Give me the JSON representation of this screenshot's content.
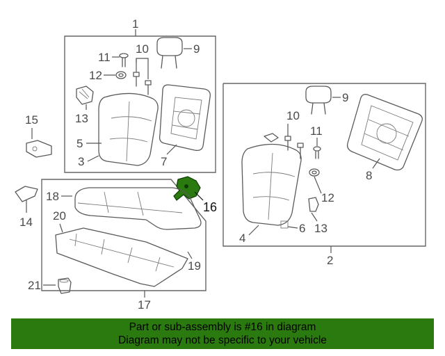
{
  "diagram": {
    "highlight_color": "#2a7a0f",
    "callouts": {
      "c1": "1",
      "c2": "2",
      "c3": "3",
      "c4": "4",
      "c5": "5",
      "c6": "6",
      "c7": "7",
      "c8": "8",
      "c9a": "9",
      "c9b": "9",
      "c10a": "10",
      "c10b": "10",
      "c11a": "11",
      "c11b": "11",
      "c12a": "12",
      "c12b": "12",
      "c13a": "13",
      "c13b": "13",
      "c14": "14",
      "c15": "15",
      "c16": "16",
      "c17": "17",
      "c18": "18",
      "c19": "19",
      "c20": "20",
      "c21": "21"
    }
  },
  "banner": {
    "line1": "Part or sub-assembly is #16 in diagram",
    "line2": "Diagram may not be specific to your vehicle",
    "background": "#2a7a0f"
  }
}
